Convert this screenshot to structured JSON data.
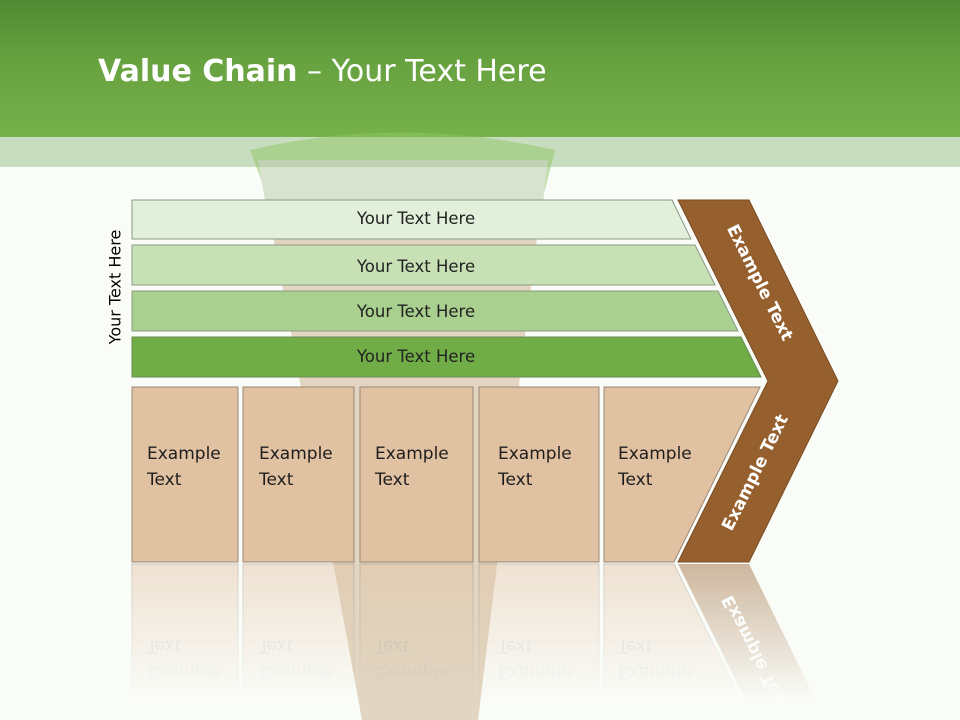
{
  "title": {
    "bold": "Value Chain",
    "rest": " – Your Text Here"
  },
  "side_label": "Your Text Here",
  "rows": [
    {
      "label": "Your Text Here",
      "color": "#e2efda"
    },
    {
      "label": "Your Text Here",
      "color": "#c8e0b6"
    },
    {
      "label": "Your Text Here",
      "color": "#a9d08e"
    },
    {
      "label": "Your Text Here",
      "color": "#70ad47"
    }
  ],
  "boxes": [
    {
      "line1": "Example",
      "line2": "Text"
    },
    {
      "line1": "Example",
      "line2": "Text"
    },
    {
      "line1": "Example",
      "line2": "Text"
    },
    {
      "line1": "Example",
      "line2": "Text"
    },
    {
      "line1": "Example",
      "line2": "Text"
    }
  ],
  "chevron": {
    "upper": "Example Text",
    "lower": "Example Text"
  },
  "colors": {
    "header": "#67a240",
    "band": "#c8dcbf",
    "box_fill": "#e0c1a2",
    "box_stroke": "#9a8876",
    "chevron": "#96602e",
    "row_stroke": "#8a9a80"
  }
}
